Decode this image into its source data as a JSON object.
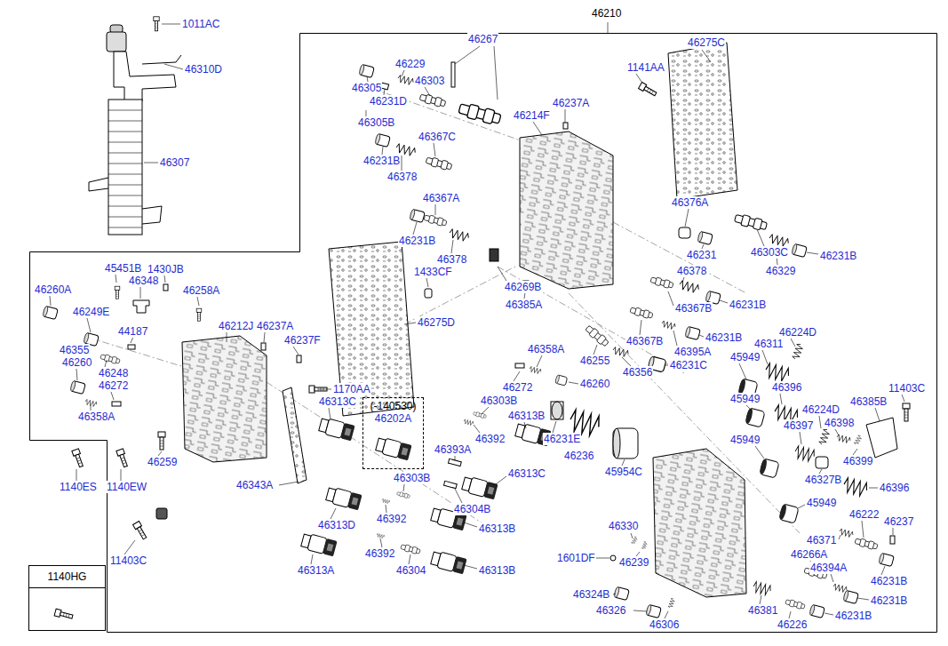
{
  "diagram": {
    "nodes": [
      {
        "text": [
          "46210"
        ]
      },
      {
        "text": [
          "(-140530)",
          "46202A"
        ],
        "in": 0
      },
      {
        "text": [
          "1140HG"
        ]
      }
    ],
    "labels": [
      "1011AC",
      "46310D",
      "46307",
      "46267",
      "46275C",
      "1141AA",
      "46229",
      "46305",
      "46303",
      "46231D",
      "46305B",
      "46237A",
      "46214F",
      "46367C",
      "46231B",
      "46378",
      "46367A",
      "46231B",
      "46378",
      "46376A",
      "46303C",
      "46329",
      "46231B",
      "46231",
      "46378",
      "46269B",
      "46385A",
      "46367B",
      "46231B",
      "46367B",
      "46395A",
      "46231B",
      "46231C",
      "46255",
      "46356",
      "46358A",
      "46272",
      "46260",
      "46224D",
      "46311",
      "45949",
      "46396",
      "45949",
      "46224D",
      "46397",
      "46398",
      "45949",
      "46399",
      "46327B",
      "45949",
      "46396",
      "11403C",
      "46385B",
      "46222",
      "46237",
      "46371",
      "46266A",
      "46231B",
      "46394A",
      "46231B",
      "46381",
      "46226",
      "46231B",
      "46303B",
      "46313B",
      "46392",
      "46393A",
      "46231E",
      "46236",
      "45954C",
      "46313C",
      "46303B",
      "46304B",
      "46330",
      "46313B",
      "46392",
      "1601DF",
      "46239",
      "46392",
      "46304",
      "46313B",
      "46324B",
      "46326",
      "46306",
      "45451B",
      "1430JB",
      "46348",
      "46258A",
      "46260A",
      "46249E",
      "46212J",
      "46237A",
      "44187",
      "46355",
      "46237F",
      "46260",
      "46248",
      "46272",
      "46358A",
      "1170AA",
      "46313C",
      "46259",
      "1140ES",
      "1140EW",
      "46343A",
      "46313D",
      "11403C",
      "46313A",
      "1433CF",
      "46275D"
    ]
  }
}
